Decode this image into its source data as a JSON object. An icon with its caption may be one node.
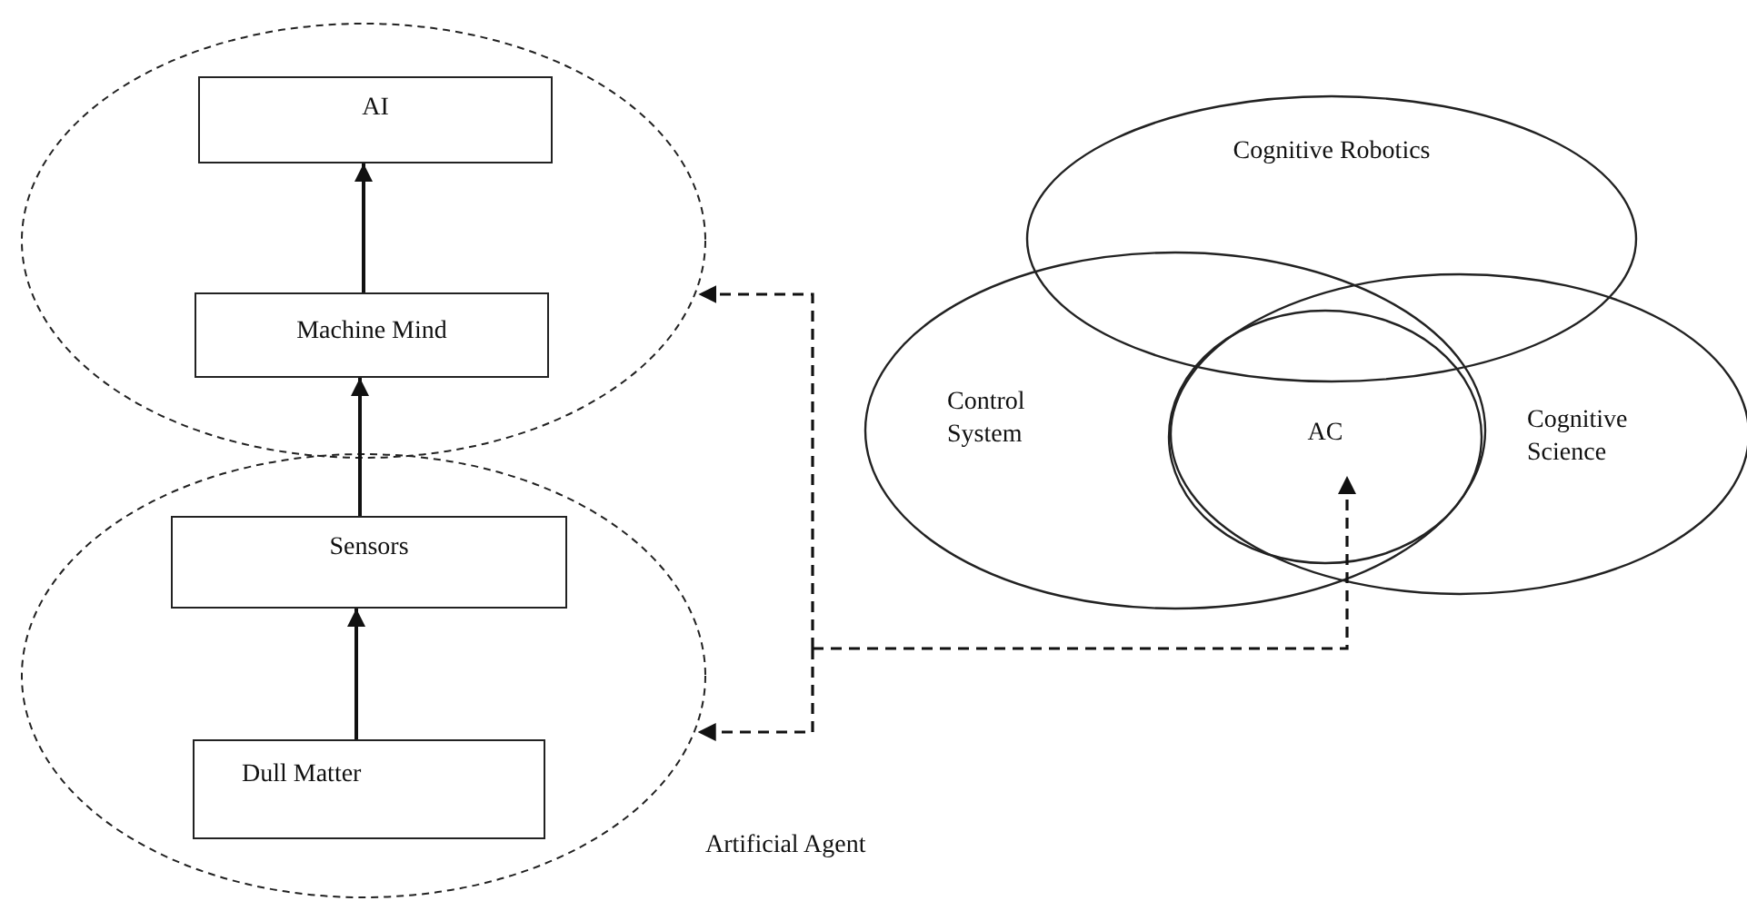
{
  "diagram": {
    "nodes": [
      {
        "text": [],
        "shape": "ellipse"
      },
      {
        "text": [
          "AI"
        ],
        "in": 0
      },
      {
        "text": [
          "Machine Mind"
        ],
        "in": 0
      },
      {
        "text": [],
        "shape": "ellipse"
      },
      {
        "text": [
          "Sensors"
        ],
        "in": 3
      },
      {
        "text": [
          "Dull Matter"
        ],
        "in": 3
      },
      {
        "text": [
          "Cognitive Robotics"
        ]
      },
      {
        "text": [
          "Control System"
        ]
      },
      {
        "text": [
          "AC"
        ]
      },
      {
        "text": [
          "Cognitive Science"
        ]
      }
    ],
    "edges": [
      {
        "from": 2,
        "to": 1,
        "arrow": "to"
      },
      {
        "from": 4,
        "to": 2,
        "arrow": "to"
      },
      {
        "from": 5,
        "to": 4,
        "arrow": "to"
      },
      {
        "from": null,
        "to": 0,
        "arrow": "to",
        "style": "dashed"
      },
      {
        "from": null,
        "to": 3,
        "arrow": "to",
        "style": "dashed"
      },
      {
        "from": null,
        "to": 8,
        "arrow": "to",
        "style": "dashed"
      }
    ],
    "labels": [
      "Artificial Agent"
    ]
  }
}
